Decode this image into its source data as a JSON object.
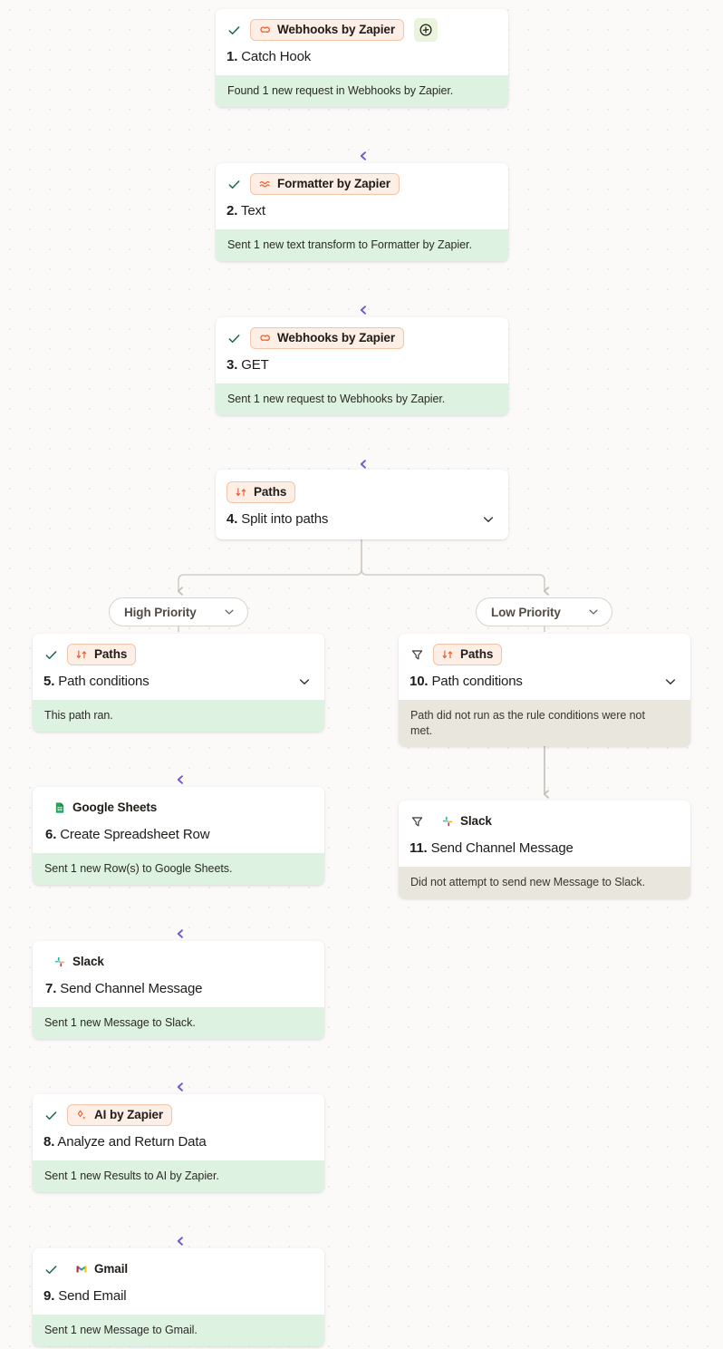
{
  "canvas": {
    "background_color": "#fbfaf9",
    "accent_active_color": "#7b63d8",
    "accent_inactive_color": "#c9c4bc",
    "status_ok_color": "#ddf2e0",
    "status_skipped_color": "#e9e6dd",
    "zapier_chip_bg": "#fdeee6",
    "zapier_chip_border": "#f4c4a8"
  },
  "steps": [
    {
      "id": "step-1",
      "number": "1.",
      "title": "Catch Hook",
      "app": "Webhooks by Zapier",
      "app_icon": "webhooks-by-zapier-icon",
      "chip_style": "zapier",
      "state_icon": "check-icon",
      "status": "Found 1 new request in Webhooks by Zapier.",
      "status_kind": "ok",
      "has_add_button": true,
      "add_button_icon": "add-step-icon",
      "has_chevron": false
    },
    {
      "id": "step-2",
      "number": "2.",
      "title": "Text",
      "app": "Formatter by Zapier",
      "app_icon": "formatter-by-zapier-icon",
      "chip_style": "zapier",
      "state_icon": "check-icon",
      "status": "Sent 1 new text transform to Formatter by Zapier.",
      "status_kind": "ok",
      "has_add_button": false,
      "has_chevron": false
    },
    {
      "id": "step-3",
      "number": "3.",
      "title": "GET",
      "app": "Webhooks by Zapier",
      "app_icon": "webhooks-by-zapier-icon",
      "chip_style": "zapier",
      "state_icon": "check-icon",
      "status": "Sent 1 new request to Webhooks by Zapier.",
      "status_kind": "ok",
      "has_add_button": false,
      "has_chevron": false
    },
    {
      "id": "step-4",
      "number": "4.",
      "title": "Split into paths",
      "app": "Paths",
      "app_icon": "paths-icon",
      "chip_style": "zapier",
      "state_icon": "none",
      "status": null,
      "status_kind": "none",
      "has_add_button": false,
      "has_chevron": true
    },
    {
      "id": "step-5",
      "number": "5.",
      "title": "Path conditions",
      "app": "Paths",
      "app_icon": "paths-icon",
      "chip_style": "zapier",
      "state_icon": "check-icon",
      "status": "This path ran.",
      "status_kind": "ok",
      "has_add_button": false,
      "has_chevron": true
    },
    {
      "id": "step-6",
      "number": "6.",
      "title": "Create Spreadsheet Row",
      "app": "Google Sheets",
      "app_icon": "google-sheets-icon",
      "chip_style": "plain",
      "state_icon": "none",
      "status": "Sent 1 new Row(s) to Google Sheets.",
      "status_kind": "ok",
      "has_add_button": false,
      "has_chevron": false
    },
    {
      "id": "step-7",
      "number": "7.",
      "title": "Send Channel Message",
      "app": "Slack",
      "app_icon": "slack-icon",
      "chip_style": "plain",
      "state_icon": "none",
      "status": "Sent 1 new Message to Slack.",
      "status_kind": "ok",
      "has_add_button": false,
      "has_chevron": false
    },
    {
      "id": "step-8",
      "number": "8.",
      "title": "Analyze and Return Data",
      "app": "AI by Zapier",
      "app_icon": "ai-by-zapier-icon",
      "chip_style": "zapier",
      "state_icon": "check-icon",
      "status": "Sent 1 new Results to AI by Zapier.",
      "status_kind": "ok",
      "has_add_button": false,
      "has_chevron": false
    },
    {
      "id": "step-9",
      "number": "9.",
      "title": "Send Email",
      "app": "Gmail",
      "app_icon": "gmail-icon",
      "chip_style": "plain",
      "state_icon": "check-icon",
      "status": "Sent 1 new Message to Gmail.",
      "status_kind": "ok",
      "has_add_button": false,
      "has_chevron": false
    },
    {
      "id": "step-10",
      "number": "10.",
      "title": "Path conditions",
      "app": "Paths",
      "app_icon": "paths-icon",
      "chip_style": "zapier",
      "state_icon": "filter-icon",
      "status": "Path did not run as the rule conditions were not met.",
      "status_kind": "skipped",
      "has_add_button": false,
      "has_chevron": true
    },
    {
      "id": "step-11",
      "number": "11.",
      "title": "Send Channel Message",
      "app": "Slack",
      "app_icon": "slack-icon",
      "chip_style": "plain",
      "state_icon": "filter-icon",
      "status": "Did not attempt to send new Message to Slack.",
      "status_kind": "skipped",
      "has_add_button": false,
      "has_chevron": false
    }
  ],
  "paths": [
    {
      "id": "path-high",
      "label": "High Priority",
      "chevron_icon": "chevron-down-icon"
    },
    {
      "id": "path-low",
      "label": "Low Priority",
      "chevron_icon": "chevron-down-icon"
    }
  ]
}
